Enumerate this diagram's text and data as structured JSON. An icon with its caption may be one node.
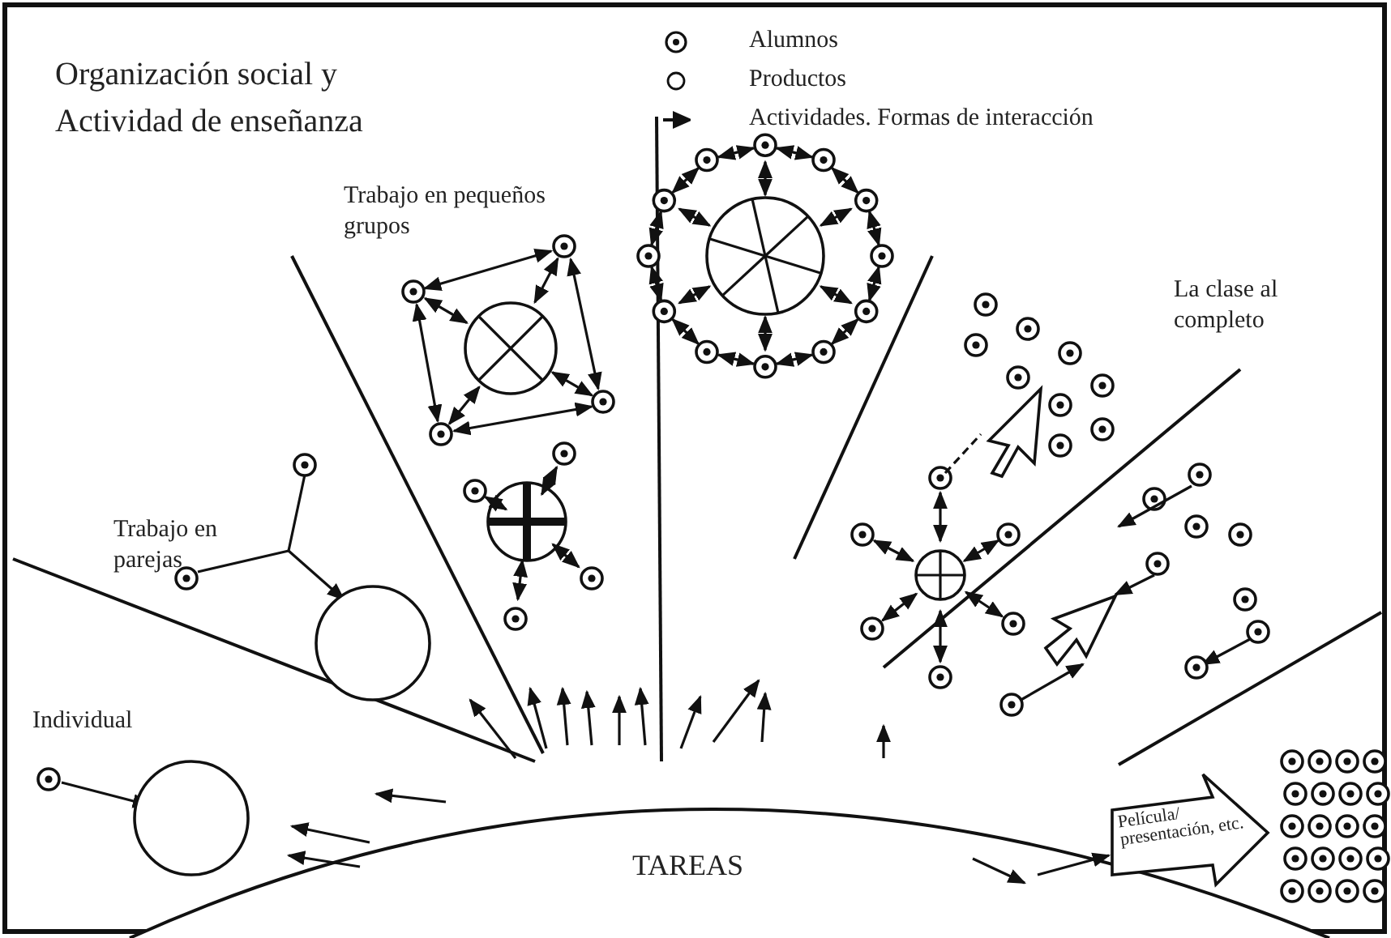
{
  "diagram": {
    "title": "Organización social y Actividad de enseñanza",
    "labels": [
      "Trabajo en pequeños grupos",
      "La clase al completo",
      "Trabajo en parejas",
      "Individual",
      "TAREAS",
      "Película/ presentación, etc."
    ],
    "legend": [
      {
        "text": "Alumnos"
      },
      {
        "text": "Productos"
      },
      {
        "text": "Actividades. Formas de interacción"
      }
    ]
  }
}
